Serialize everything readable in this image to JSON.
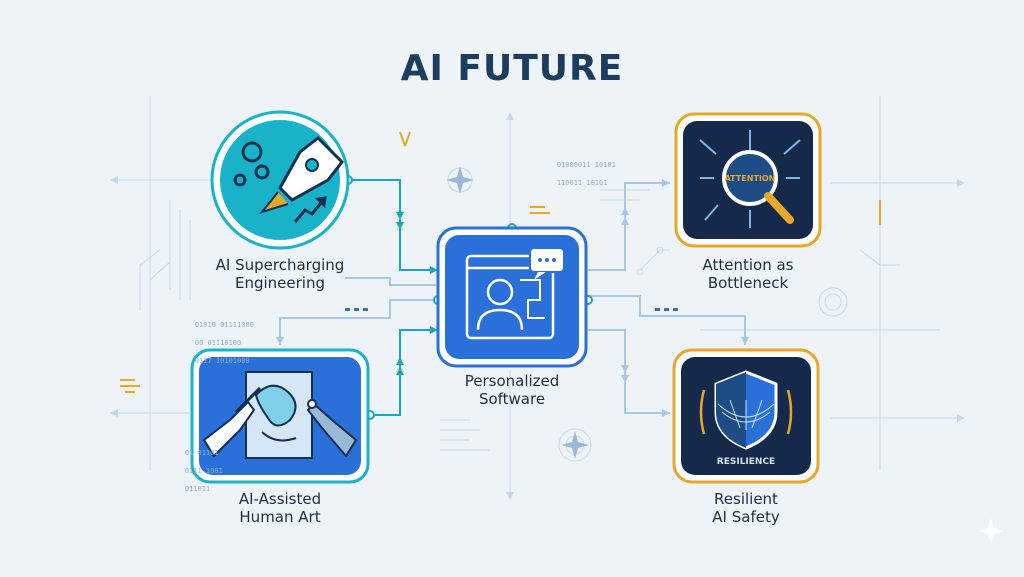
{
  "title": "AI FUTURE",
  "nodes": {
    "engineering": {
      "line1": "AI Supercharging",
      "line2": "Engineering",
      "color": "#19b3c9"
    },
    "attention": {
      "line1": "Attention as",
      "line2": "Bottleneck",
      "tag": "ATTENTION",
      "color": "#e6a82a"
    },
    "personalized": {
      "line1": "Personalized",
      "line2": "Software",
      "color": "#2b6fd9"
    },
    "art": {
      "line1": "AI-Assisted",
      "line2": "Human Art",
      "color": "#19b3c9"
    },
    "safety": {
      "line1": "Resilient",
      "line2": "AI Safety",
      "tag": "RESILIENCE",
      "color": "#e6a82a"
    }
  },
  "binary": {
    "top": [
      "01000011 10101",
      "110011 10101"
    ],
    "left": [
      "01010 01111000",
      "00 01110100",
      "0117 10101000"
    ],
    "bottom": [
      "01 01101",
      "0111 1001",
      "011011"
    ]
  },
  "colors": {
    "line": "#1aa7bd",
    "line_light": "#a8c8e6",
    "navy": "#15294a",
    "blue": "#2b6fd9"
  }
}
